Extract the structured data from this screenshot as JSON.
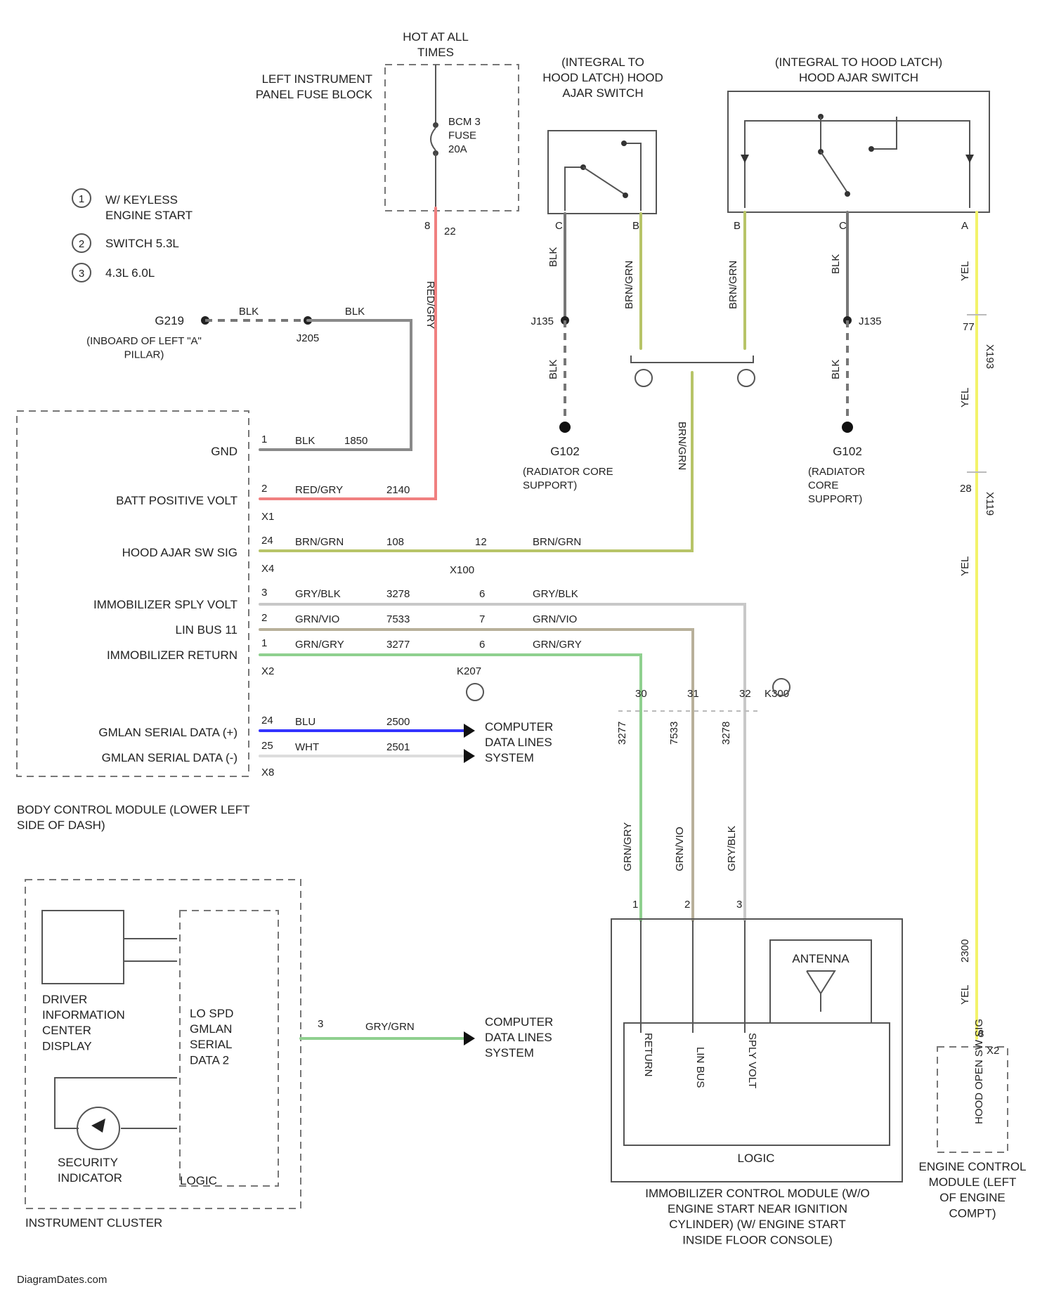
{
  "fuse_block": {
    "hot_label": "HOT AT ALL TIMES",
    "name": "LEFT INSTRUMENT PANEL FUSE BLOCK",
    "fuse": "BCM 3 FUSE 20A"
  },
  "legend": [
    {
      "num": "1",
      "text": "W/ KEYLESS ENGINE START"
    },
    {
      "num": "2",
      "text": "SWITCH 5.3L"
    },
    {
      "num": "3",
      "text": "4.3L 6.0L"
    }
  ],
  "ground_g219": {
    "name": "G219",
    "loc": "(INBOARD OF LEFT \"A\" PILLAR)",
    "splice": "J205",
    "wire": "BLK"
  },
  "hood_switch_left": {
    "title": "(INTEGRAL TO HOOD LATCH) HOOD AJAR SWITCH",
    "pin_a": "C",
    "pin_b": "B",
    "wire_a": "BLK",
    "wire_b": "BRN/GRN"
  },
  "hood_switch_right": {
    "title": "(INTEGRAL TO HOOD LATCH) HOOD AJAR SWITCH",
    "pin_a": "B",
    "pin_b": "C",
    "pin_c": "A",
    "wire_b": "BRN/GRN",
    "wire_c": "BLK",
    "wire_d": "YEL"
  },
  "splices": {
    "left": "J135",
    "right": "J135"
  },
  "grounds": {
    "left": {
      "name": "G102",
      "loc": "(RADIATOR CORE SUPPORT)"
    },
    "right": {
      "name": "G102",
      "loc": "(RADIATOR CORE SUPPORT)"
    }
  },
  "bcm": {
    "title": "BODY CONTROL MODULE (LOWER LEFT SIDE OF DASH)",
    "pins": [
      {
        "label": "GND",
        "pin": "1",
        "wire": "BLK",
        "circuit": "1850",
        "conn": ""
      },
      {
        "label": "BATT POSITIVE VOLT",
        "pin": "2",
        "wire": "RED/GRY",
        "circuit": "2140",
        "conn": "X1"
      },
      {
        "label": "HOOD AJAR SW SIG",
        "pin": "24",
        "wire": "BRN/GRN",
        "circuit": "108",
        "conn": "X4"
      },
      {
        "label": "IMMOBILIZER SPLY VOLT",
        "pin": "3",
        "wire": "GRY/BLK",
        "circuit": "3278",
        "conn": ""
      },
      {
        "label": "LIN BUS 11",
        "pin": "2",
        "wire": "GRN/VIO",
        "circuit": "7533",
        "conn": ""
      },
      {
        "label": "IMMOBILIZER RETURN",
        "pin": "1",
        "wire": "GRN/GRY",
        "circuit": "3277",
        "conn": "X2"
      },
      {
        "label": "GMLAN SERIAL DATA (+)",
        "pin": "24",
        "wire": "BLU",
        "circuit": "2500",
        "conn": ""
      },
      {
        "label": "GMLAN SERIAL DATA (-)",
        "pin": "25",
        "wire": "WHT",
        "circuit": "2501",
        "conn": "X8"
      }
    ]
  },
  "connectors": {
    "x100": {
      "name": "X100",
      "pin": "12",
      "wire": "BRN/GRN"
    },
    "k207": {
      "name": "K207",
      "pins": [
        "6",
        "7",
        "6"
      ],
      "wires": [
        "GRY/BLK",
        "GRN/VIO",
        "GRN/GRY"
      ]
    },
    "k300": {
      "name": "K300",
      "pins": [
        "30",
        "31",
        "32"
      ]
    },
    "x193": {
      "name": "X193",
      "pin": "77"
    },
    "x119": {
      "name": "X119",
      "pin": "28"
    },
    "fuse_pins": {
      "left": "8",
      "right": "22"
    }
  },
  "wires": {
    "red_gry": "RED/GRY",
    "brn_grn": "BRN/GRN",
    "grn_gry_circuit": "3277",
    "grn_vio_circuit": "7533",
    "gry_blk_circuit": "3278",
    "grn_gry": "GRN/GRY",
    "grn_vio": "GRN/VIO",
    "gry_blk": "GRY/BLK",
    "yel": "YEL",
    "yel_circuit": "2300",
    "blk": "BLK"
  },
  "data_lines": [
    {
      "text": "COMPUTER DATA LINES SYSTEM"
    },
    {
      "text": "COMPUTER DATA LINES SYSTEM"
    }
  ],
  "cluster": {
    "title": "INSTRUMENT CLUSTER",
    "dic": "DRIVER INFORMATION CENTER DISPLAY",
    "lo_spd": "LO SPD GMLAN SERIAL DATA 2",
    "logic": "LOGIC",
    "security": "SECURITY INDICATOR",
    "pin": "3",
    "wire": "GRY/GRN"
  },
  "immobilizer": {
    "title": "IMMOBILIZER CONTROL MODULE (W/O ENGINE START NEAR IGNITION CYLINDER) (W/ ENGINE START INSIDE FLOOR CONSOLE)",
    "antenna": "ANTENNA",
    "logic": "LOGIC",
    "pins": [
      "RETURN",
      "LIN BUS",
      "SPLY VOLT"
    ],
    "pin_nums": [
      "1",
      "2",
      "3"
    ]
  },
  "ecm": {
    "title": "ENGINE CONTROL MODULE (LEFT OF ENGINE COMPT)",
    "signal": "HOOD OPEN SW SIG",
    "conn": "X2",
    "pin": "8"
  },
  "watermark": "DiagramDates.com",
  "colors": {
    "red": "#f08080",
    "green_olive": "#b7c468",
    "green": "#8fd08f",
    "blue": "#3333ff",
    "yellow": "#f3f36a",
    "gray": "#9a9a9a",
    "dark": "#555555"
  }
}
